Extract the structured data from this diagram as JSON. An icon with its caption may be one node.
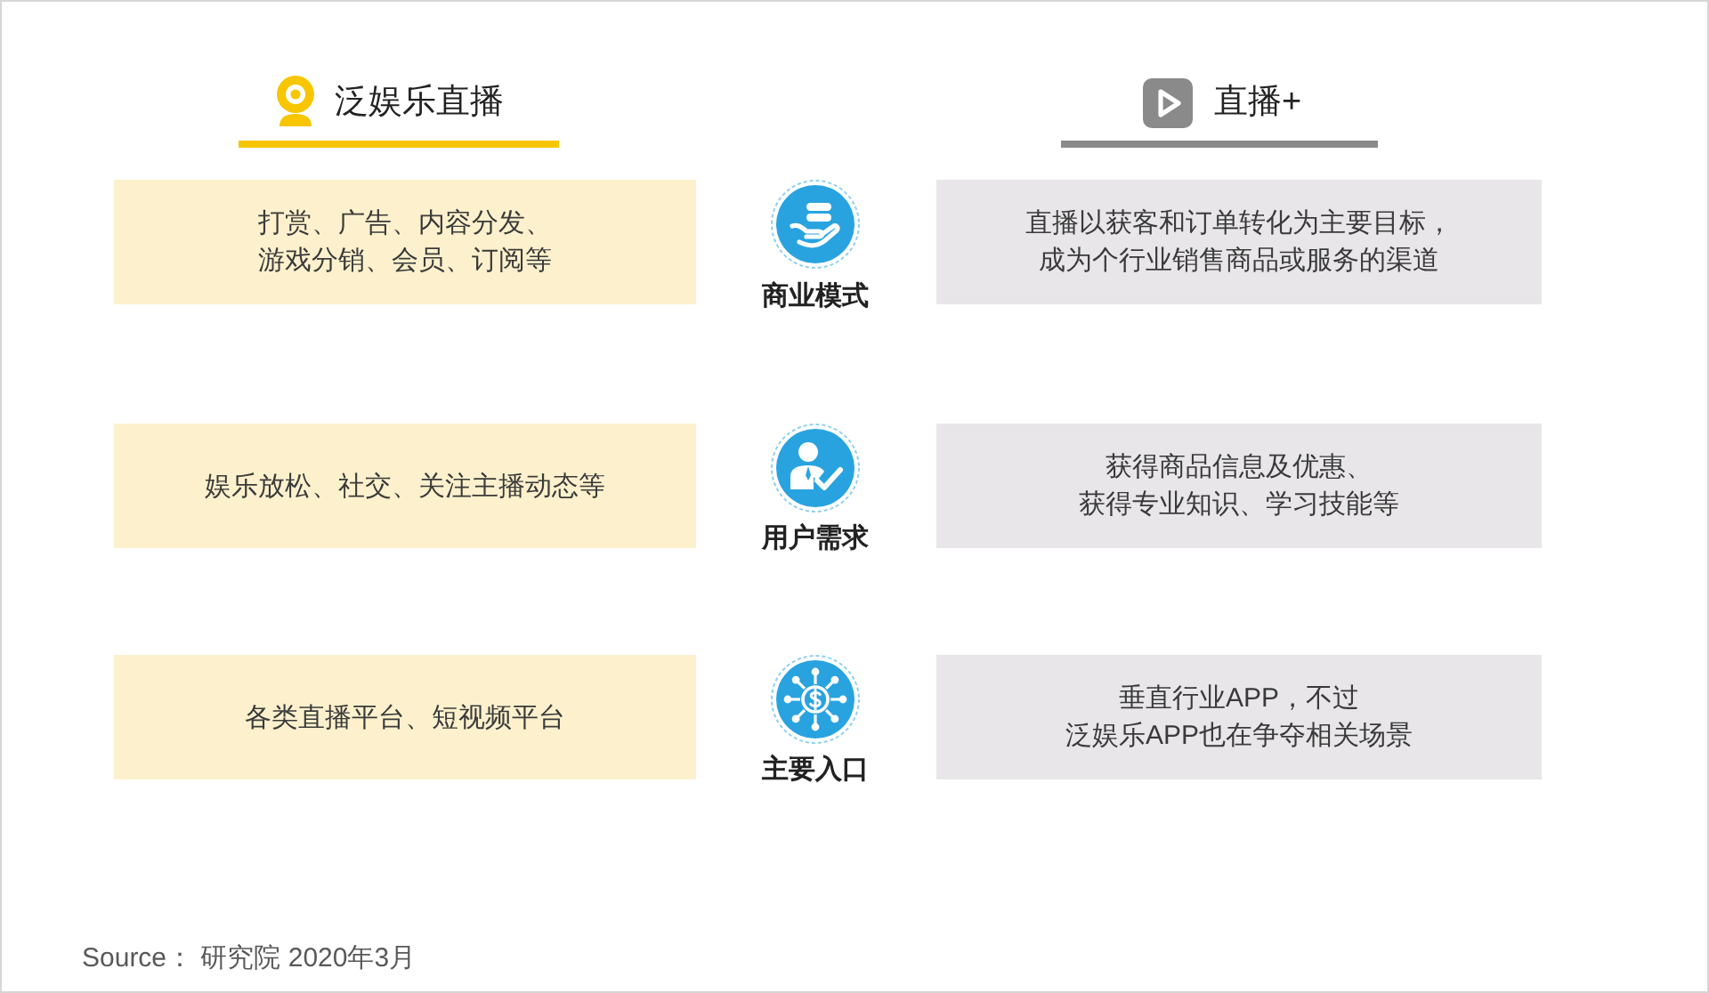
{
  "diagram": {
    "nodes": [
      {
        "text": [
          "打赏、广告、内容分发、游戏分销、会员、订阅等"
        ]
      },
      {
        "text": [
          "直播以获客和订单转化为主要目标，成为个行业销售商品或服务的渠道"
        ]
      },
      {
        "text": [
          "娱乐放松、社交、关注主播动态等"
        ]
      },
      {
        "text": [
          "获得商品信息及优惠、获得专业知识、学习技能等"
        ]
      },
      {
        "text": [
          "各类直播平台、短视频平台"
        ]
      },
      {
        "text": [
          "垂直行业APP，不过泛娱乐APP也在争夺相关场景"
        ]
      }
    ],
    "labels": [
      "泛娱乐直播",
      "直播+",
      "商业模式",
      "用户需求",
      "主要入口",
      "Source： 研究院 2020年3月"
    ]
  }
}
